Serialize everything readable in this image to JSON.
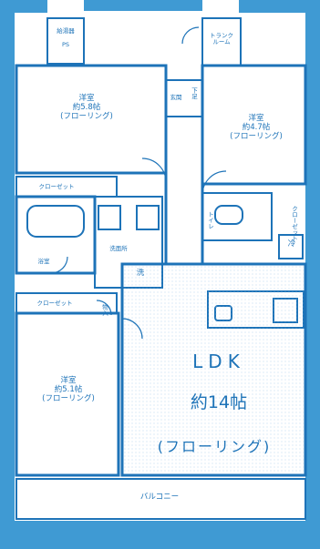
{
  "rooms": {
    "western_top_left": {
      "name": "洋室",
      "size": "約5.8帖",
      "floor": "(フローリング)"
    },
    "western_top_right": {
      "name": "洋室",
      "size": "約4.7帖",
      "floor": "(フローリング)"
    },
    "western_bottom_left": {
      "name": "洋室",
      "size": "約5.1帖",
      "floor": "(フローリング)"
    },
    "ldk": {
      "name": "LDK",
      "size": "約14帖",
      "floor": "(フローリング)"
    }
  },
  "labels": {
    "top_box": "給湯器",
    "top_box_sub": "PS",
    "trunk_room": "トランク\nルーム",
    "entrance": "玄関",
    "shoe_box": "下足",
    "closet_1": "クローゼット",
    "closet_2": "クローゼット",
    "closet_3": "クローゼット",
    "bath": "浴室",
    "washroom": "洗面所",
    "laundry": "洗",
    "toilet": "トイレ",
    "fridge": "冷",
    "storage": "物入",
    "balcony": "バルコニー"
  },
  "colors": {
    "line": "#1d73b8",
    "fill": "#3f9ad3",
    "hatch": "#bcd9ee"
  }
}
